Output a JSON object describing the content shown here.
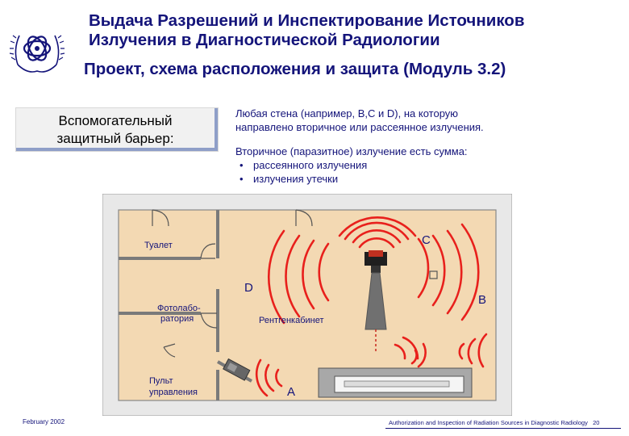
{
  "header": {
    "title_line1": "Выдача Разрешений и Инспектирование Источников",
    "title_line2": "Излучения в Диагностической Радиологии",
    "subtitle": "Проект, схема расположения и защита (Модуль 3.2)"
  },
  "barrier_box": {
    "line1": "Вспомогательный",
    "line2": "защитный барьер:"
  },
  "note": {
    "para1_line1": "Любая стена (например, B,C и D), на которую",
    "para1_line2": "направлено вторичное или рассеянное излучения.",
    "para2": "Вторичное (паразитное) излучение есть сумма:",
    "bullets": [
      "рассеянного излучения",
      "излучения утечки"
    ]
  },
  "plan": {
    "rooms": {
      "toilet": "Туалет",
      "darkroom_line1": "Фотолабо-",
      "darkroom_line2": "ратория",
      "control_line1": "Пульт",
      "control_line2": "управления",
      "xray_room": "Рентгенкабинет"
    },
    "walls": {
      "a": "A",
      "b": "B",
      "c": "C",
      "d": "D"
    },
    "colors": {
      "floor": "#f3d9b3",
      "wall": "#e8e8e8",
      "radiation": "#e8201c",
      "wall_label": "#14147a"
    }
  },
  "footer": {
    "date": "February 2002",
    "course": "Authorization and Inspection of Radiation Sources in Diagnostic Radiology",
    "page": "20"
  }
}
